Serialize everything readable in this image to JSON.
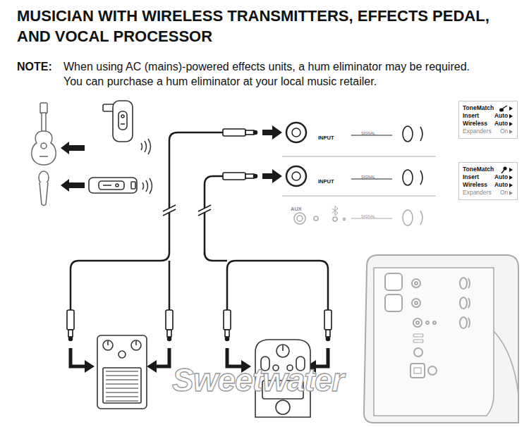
{
  "diagram": {
    "title": "MUSICIAN WITH WIRELESS TRANSMITTERS, EFFECTS PEDAL, AND VOCAL PROCESSOR",
    "nodes": [
      {
        "text": [
          "ToneMatch",
          "Insert",
          "Auto",
          "Wireless",
          "Auto",
          "Expanders",
          "On"
        ]
      },
      {
        "text": [
          "ToneMatch",
          "Insert",
          "Auto",
          "Wireless",
          "Auto",
          "Expanders",
          "On"
        ]
      }
    ],
    "labels": [
      "NOTE:",
      "When using AC (mains)-powered effects units, a hum eliminator may be required. You can purchase a hum eliminator at your local music retailer.",
      "INPUT",
      "SIGNAL",
      "INPUT",
      "SIGNAL",
      "AUX",
      "SIGNAL",
      "Sweetwater"
    ]
  }
}
